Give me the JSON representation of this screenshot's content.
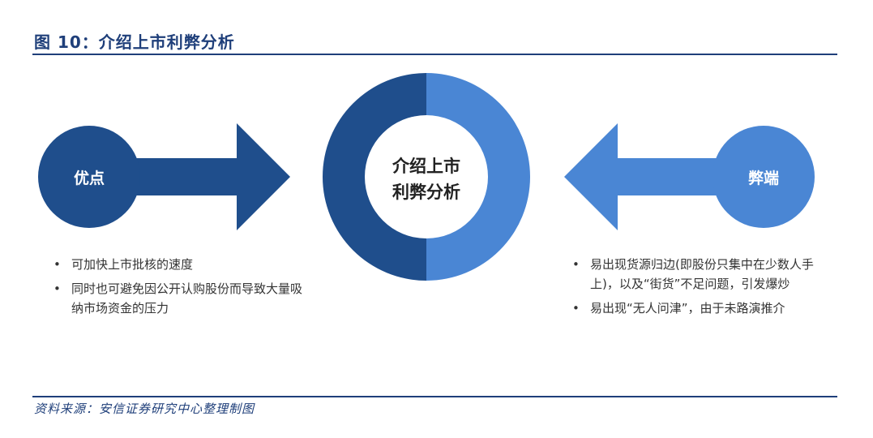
{
  "figure": {
    "title": "图 10：介绍上市利弊分析",
    "source": "资料来源：安信证券研究中心整理制图"
  },
  "center": {
    "line1": "介绍上市",
    "line2": "利弊分析"
  },
  "pros": {
    "label": "优点",
    "items": [
      "可加快上市批核的速度",
      "同时也可避免因公开认购股份而导致大量吸纳市场资金的压力"
    ]
  },
  "cons": {
    "label": "弊端",
    "items": [
      "易出现货源归边(即股份只集中在少数人手上)，以及“街货”不足问题，引发爆炒",
      "易出现“无人问津”，由于未路演推介"
    ]
  },
  "colors": {
    "dark_blue": "#1f4e8c",
    "light_blue": "#4a86d4",
    "title_blue": "#1f3f7a"
  }
}
